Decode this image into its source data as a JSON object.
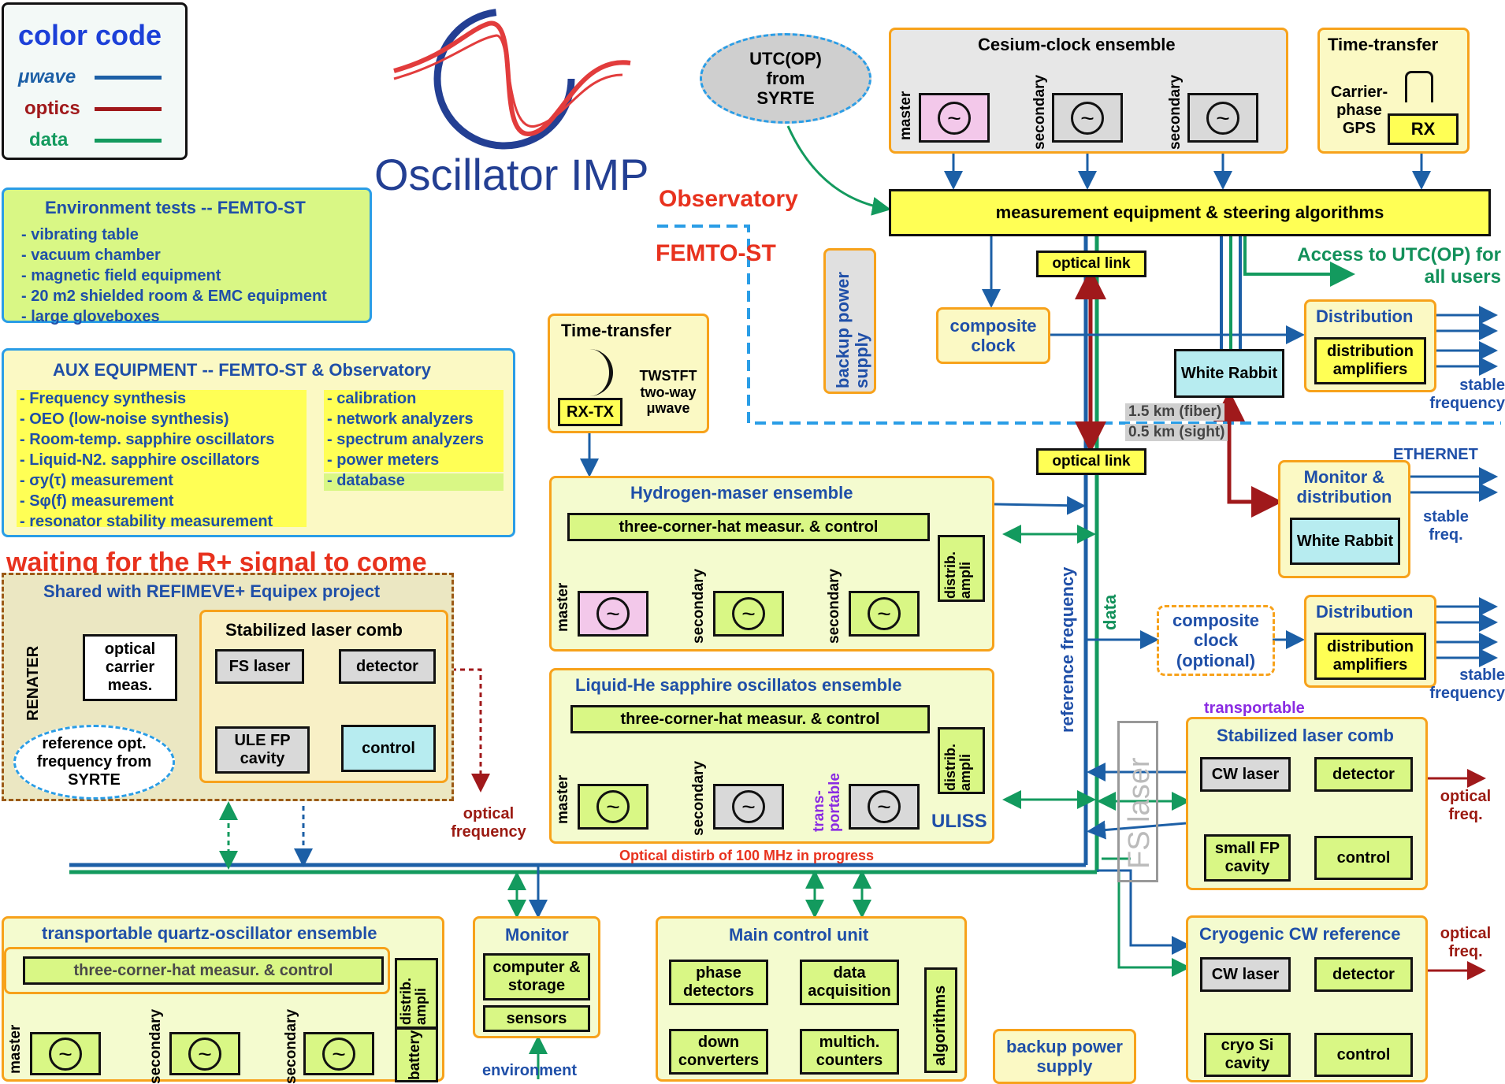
{
  "legend": {
    "title": "color code",
    "items": [
      {
        "label": "μwave",
        "color": "#1c5fa6"
      },
      {
        "label": "optics",
        "color": "#a0191b"
      },
      {
        "label": "data",
        "color": "#139a5e"
      }
    ]
  },
  "logo": {
    "text": "Oscillator IMP"
  },
  "env": {
    "title": "Environment tests -- FEMTO-ST",
    "items": [
      "- vibrating table",
      "- vacuum chamber",
      "- magnetic field equipment",
      "- 20 m2 shielded room & EMC equipment",
      "- large gloveboxes"
    ]
  },
  "aux": {
    "title": "AUX EQUIPMENT -- FEMTO-ST & Observatory",
    "left": [
      "- Frequency synthesis",
      "- OEO (low-noise synthesis)",
      "- Room-temp. sapphire oscillators",
      "- Liquid-N2. sapphire oscillators",
      "- σy(τ) measurement",
      "- Sφ(f) measurement",
      "- resonator stability measurement"
    ],
    "right": [
      "- calibration",
      "- network analyzers",
      "- spectrum analyzers",
      "- power meters",
      "- database"
    ]
  },
  "waiting": "waiting for the R+ signal to come",
  "refimeve": {
    "title": "Shared with REFIMEVE+ Equipex project",
    "renater": "RENATER",
    "ocm": "optical carrier meas.",
    "ref": "reference opt. frequency from SYRTE",
    "comb_title": "Stabilized laser comb",
    "fs": "FS laser",
    "det": "detector",
    "ule": "ULE FP cavity",
    "ctrl": "control"
  },
  "optical_frequency": "optical frequency",
  "utc": "UTC(OP) from SYRTE",
  "observatory": "Observatory",
  "femto": "FEMTO-ST",
  "cesium": {
    "title": "Cesium-clock ensemble",
    "labels": [
      "master",
      "secondary",
      "secondary"
    ]
  },
  "tt_gps": {
    "title": "Time-transfer",
    "lbl": "Carrier- phase GPS",
    "rx": "RX"
  },
  "meas": "measurement equipment & steering algorithms",
  "optical_link": "optical link",
  "access": "Access to UTC(OP) for all users",
  "backup1": "backup power supply",
  "composite": "composite clock",
  "dist1": {
    "title": "Distribution",
    "amp": "distribution amplifiers",
    "stable": "stable frequency"
  },
  "wr": "White Rabbit",
  "km": [
    "1.5 km (fiber)",
    "0.5 km (sight)"
  ],
  "ethernet": "ETHERNET",
  "monitor_dist": {
    "title": "Monitor & distribution",
    "wr": "White Rabbit",
    "stable": "stable freq."
  },
  "twstft": {
    "title": "Time-transfer",
    "rxtx": "RX-TX",
    "lbl": "TWSTFT two-way μwave"
  },
  "hmaser": {
    "title": "Hydrogen-maser ensemble",
    "tch": "three-corner-hat measur. & control",
    "labels": [
      "master",
      "secondary",
      "secondary"
    ],
    "dist": "distrib. ampli"
  },
  "lhe": {
    "title": "Liquid-He sapphire oscillatos ensemble",
    "tch": "three-corner-hat measur. & control",
    "labels": [
      "master",
      "secondary"
    ],
    "trans": "trans- portable",
    "uliss": "ULISS",
    "dist": "distrib. ampli"
  },
  "ref_freq": "reference frequency",
  "data_lbl": "data",
  "composite_opt": "composite clock (optional)",
  "dist2": {
    "title": "Distribution",
    "amp": "distribution amplifiers",
    "stable": "stable frequency"
  },
  "transportable": "transportable",
  "comb2": {
    "title": "Stabilized laser comb",
    "cw": "CW laser",
    "det": "detector",
    "fp": "small FP cavity",
    "ctrl": "control",
    "out": "optical freq."
  },
  "fs_laser": "FS laser",
  "cryo": {
    "title": "Cryogenic CW reference",
    "cw": "CW laser",
    "det": "detector",
    "cav": "cryo Si cavity",
    "ctrl": "control",
    "out": "optical freq."
  },
  "optical_distrib": "Optical distirb of 100 MHz in progress",
  "quartz": {
    "title": "transportable quartz-oscillator ensemble",
    "tch": "three-corner-hat measur. & control",
    "labels": [
      "master",
      "secondary",
      "secondary"
    ],
    "dist": "distrib. ampli",
    "battery": "battery"
  },
  "monitor": {
    "title": "Monitor",
    "cs": "computer & storage",
    "sensors": "sensors",
    "env": "environment"
  },
  "mcu": {
    "title": "Main control unit",
    "pd": "phase detectors",
    "da": "data acquisition",
    "dc": "down converters",
    "mc": "multich. counters",
    "alg": "algorithms"
  },
  "backup2": "backup power supply"
}
